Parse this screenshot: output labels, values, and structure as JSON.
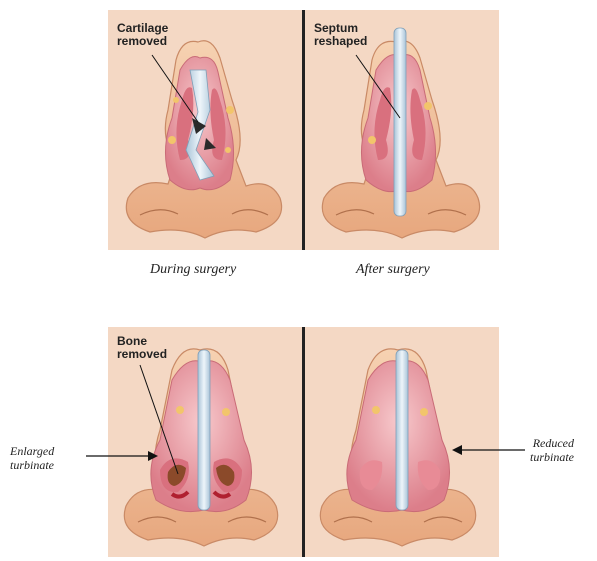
{
  "labels": {
    "cartilage_line1": "Cartilage",
    "cartilage_line2": "removed",
    "septum_line1": "Septum",
    "septum_line2": "reshaped",
    "bone_line1": "Bone",
    "bone_line2": "removed",
    "enlarged_line1": "Enlarged",
    "enlarged_line2": "turbinate",
    "reduced_line1": "Reduced",
    "reduced_line2": "turbinate"
  },
  "captions": {
    "during": "During surgery",
    "after": "After surgery"
  },
  "colors": {
    "panel": "#f4d8c4",
    "tissue": "#e9a0a8",
    "tissue_dark": "#d9707e",
    "skin": "#f2c7a0",
    "septum": "#c9dbe8",
    "bone": "#8b4a2a"
  }
}
